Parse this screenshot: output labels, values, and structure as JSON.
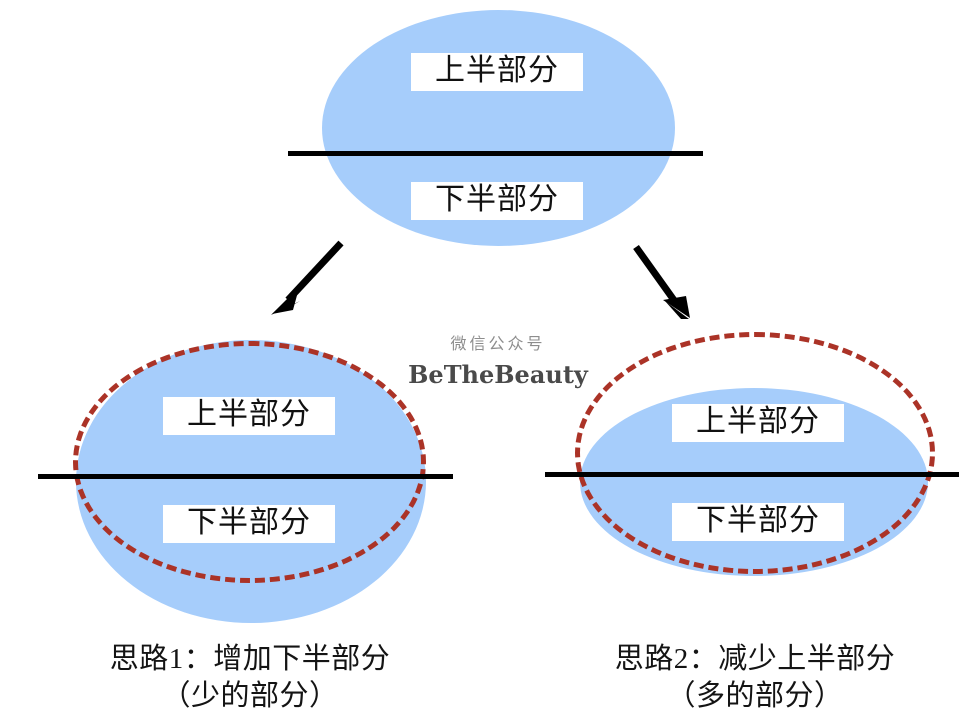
{
  "diagram": {
    "title_none": "",
    "colors": {
      "ellipse_fill": "#a6cdfb",
      "dashed_outline": "#ab3327",
      "divider": "#000000",
      "arrow": "#000000",
      "caption_text": "#141414",
      "label_text": "#111111",
      "label_box": "#ffffff",
      "watermark_sub": "#8d8d8d",
      "watermark_main": "#4a4a4a",
      "background": "#ffffff"
    },
    "top_shape": {
      "name": "original-ellipse",
      "upper_label": "上半部分",
      "lower_label": "下半部分"
    },
    "arrows": [
      {
        "name": "arrow-to-option-1",
        "direction": "down-left"
      },
      {
        "name": "arrow-to-option-2",
        "direction": "down-right"
      }
    ],
    "options": [
      {
        "id": "option-1",
        "upper_label": "上半部分",
        "lower_label": "下半部分",
        "caption_line1": "思路1：增加下半部分",
        "caption_line2": "（少的部分）",
        "dashed_role": "original-outline",
        "filled_role": "enlarged-lower-half"
      },
      {
        "id": "option-2",
        "upper_label": "上半部分",
        "lower_label": "下半部分",
        "caption_line1": "思路2：减少上半部分",
        "caption_line2": "（多的部分）",
        "dashed_role": "original-outline",
        "filled_role": "reduced-upper-half"
      }
    ],
    "watermark": {
      "sub": "微信公众号",
      "main": "BeTheBeauty"
    }
  }
}
